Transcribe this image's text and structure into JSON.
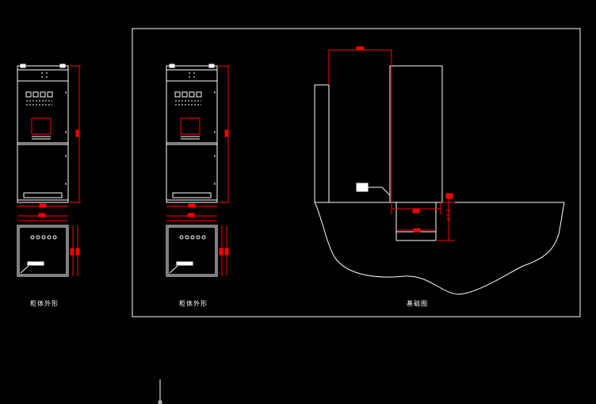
{
  "app": {
    "background": "#000000",
    "line_color": "#ffffff",
    "dim_color": "#ff0000"
  },
  "labels": {
    "cabinet_outline_1": "柜体外形",
    "cabinet_outline_2": "柜体外形",
    "foundation_drawing": "基础图",
    "foundation_dim": "ø12"
  },
  "icons": {
    "crosshair": "crosshair-icon"
  }
}
